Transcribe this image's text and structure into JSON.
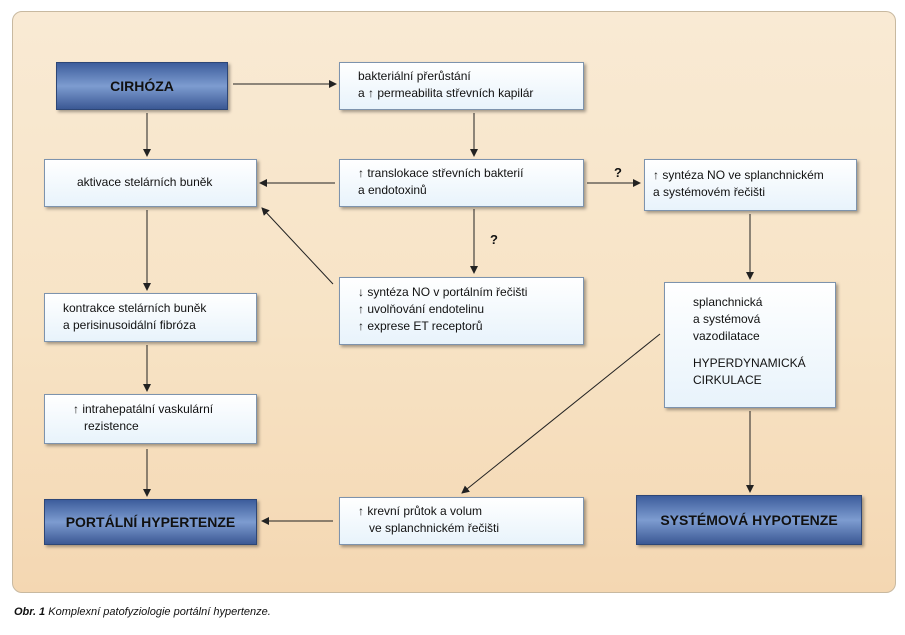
{
  "nodes": {
    "cirhoza": "CIRHÓZA",
    "bakterialni": [
      "bakteriální přerůstání",
      "a ↑ permeabilita střevních kapilár"
    ],
    "aktivace": "aktivace stelárních buněk",
    "translokace": [
      "↑ translokace střevních bakterií",
      "a endotoxinů"
    ],
    "syntezaNO": [
      "↑ syntéza NO ve splanchnickém",
      "a systémovém řečišti"
    ],
    "kontrakce": [
      "kontrakce stelárních buněk",
      "a perisinusoidální fibróza"
    ],
    "portalniNO": [
      "↓ syntéza NO v portálním řečišti",
      "↑ uvolňování endotelinu",
      "↑ exprese ET receptorů"
    ],
    "vazodilatace": [
      "splanchnická",
      "a systémová",
      "vazodilatace",
      "HYPERDYNAMICKÁ",
      "CIRKULACE"
    ],
    "intrahepatalni": [
      "↑ intrahepatální vaskulární",
      "rezistence"
    ],
    "portalniHypertenze": "PORTÁLNÍ HYPERTENZE",
    "prutok": [
      "↑ krevní průtok a volum",
      "ve splanchnickém řečišti"
    ],
    "systemovaHypotenze": "SYSTÉMOVÁ HYPOTENZE"
  },
  "question_marks": [
    "?",
    "?"
  ],
  "caption": {
    "label": "Obr. 1",
    "text": "Komplexní patofyziologie portální hypertenze."
  },
  "colors": {
    "background": "#f7e3c5",
    "box_light": "#e8f3fb",
    "box_dark": "#3d5d9c",
    "arrow": "#222222"
  }
}
